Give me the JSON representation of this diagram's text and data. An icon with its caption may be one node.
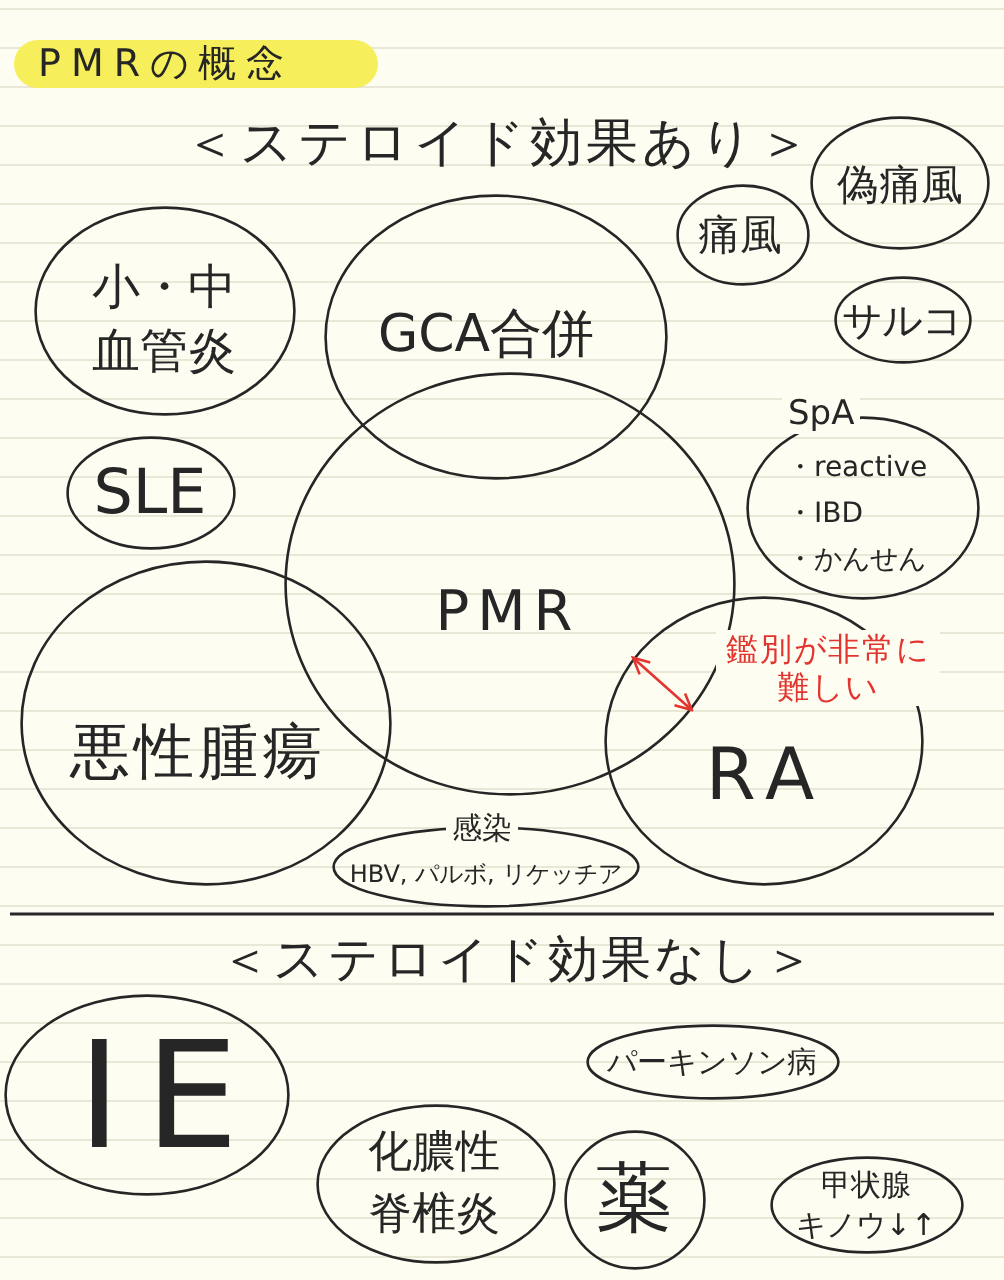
{
  "diagram": {
    "title": "PMRの概念",
    "nodes": [
      {
        "text": [
          "小・中血管炎"
        ]
      },
      {
        "text": [
          "GCA合併"
        ]
      },
      {
        "text": [
          "痛風"
        ]
      },
      {
        "text": [
          "偽痛風"
        ]
      },
      {
        "text": [
          "サルコ"
        ]
      },
      {
        "text": [
          "SLE"
        ]
      },
      {
        "text": [
          "PMR"
        ]
      },
      {
        "text": [
          "SpA",
          "・reactive",
          "・IBD",
          "・かんせん"
        ]
      },
      {
        "text": [
          "悪性腫瘍"
        ]
      },
      {
        "text": [
          "RA"
        ]
      },
      {
        "text": [
          "感染",
          "HBV, パルボ, リケッチア"
        ]
      },
      {
        "text": [
          "IE"
        ]
      },
      {
        "text": [
          "パーキンソン病"
        ]
      },
      {
        "text": [
          "化膿性脊椎炎"
        ]
      },
      {
        "text": [
          "薬"
        ]
      },
      {
        "text": [
          "甲状腺キノウ↓↑"
        ]
      }
    ],
    "edges": [
      {
        "from": 6,
        "to": 9,
        "arrow": "both",
        "label": "鑑別が非常に難しい",
        "color": "#e3342f"
      }
    ],
    "labels": [
      "＜ステロイド効果あり＞",
      "＜ステロイド効果なし＞"
    ]
  }
}
